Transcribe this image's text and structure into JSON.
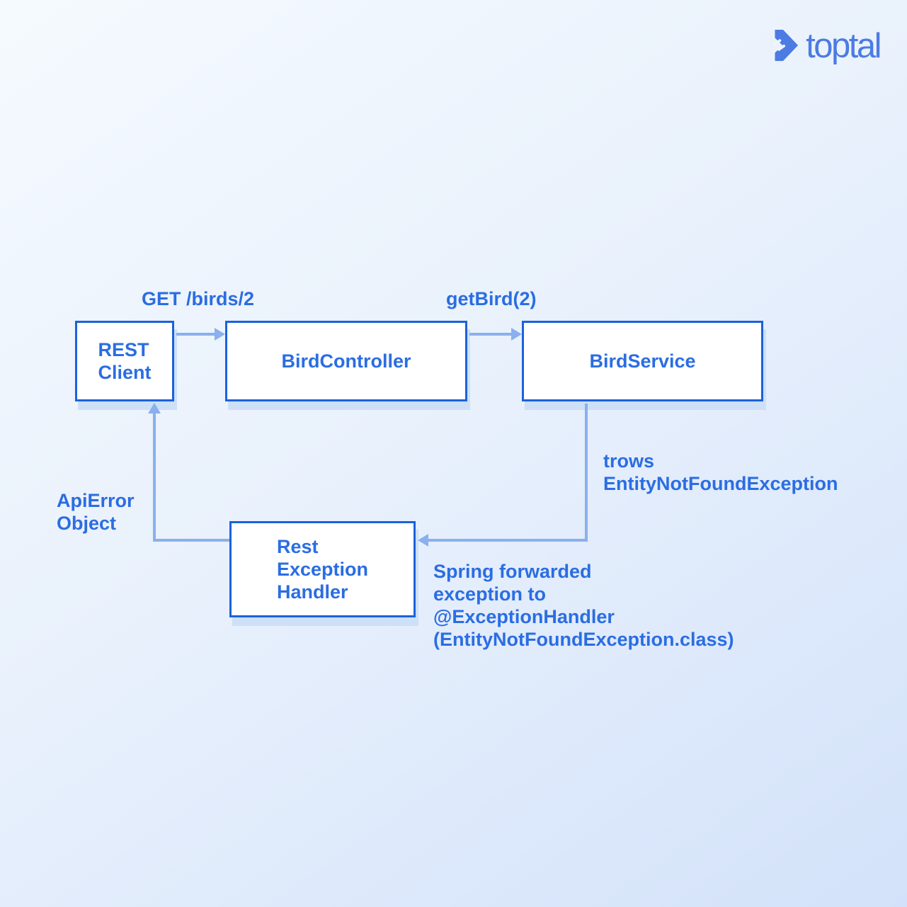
{
  "colors": {
    "box_border": "#1b62dc",
    "box_text": "#2b6de2",
    "label_text": "#2b6de2",
    "arrow": "#8ab0ed",
    "shadow": "#cde0f8",
    "logo_blue": "#4c7be2"
  },
  "logo": {
    "text": "toptal"
  },
  "nodes": {
    "rest_client": {
      "line1": "REST",
      "line2": "Client"
    },
    "bird_controller": {
      "label": "BirdController"
    },
    "bird_service": {
      "label": "BirdService"
    },
    "rest_exception_handler": {
      "line1": "Rest",
      "line2": "Exception",
      "line3": "Handler"
    }
  },
  "edge_labels": {
    "get_birds": "GET /birds/2",
    "get_bird": "getBird(2)",
    "throws_line1": "trows",
    "throws_line2": "EntityNotFoundException",
    "api_error_line1": "ApiError",
    "api_error_line2": "Object",
    "spring_line1": "Spring forwarded",
    "spring_line2": "exception to",
    "spring_line3": "@ExceptionHandler",
    "spring_line4": "(EntityNotFoundException.class)"
  }
}
